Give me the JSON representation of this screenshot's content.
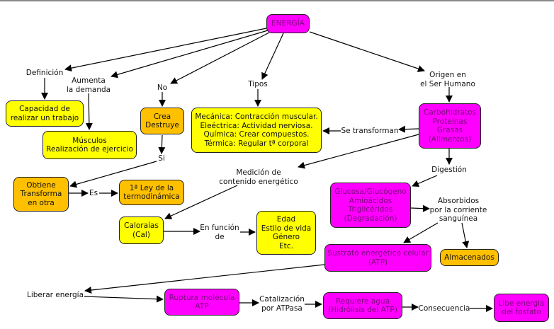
{
  "colors": {
    "concept_yellow": "#ffff00",
    "concept_orange": "#ffc000",
    "concept_magenta": "#ff00ff",
    "magenta_text": "#7a0a7a",
    "line": "#000000"
  },
  "concepts": {
    "energia": "ENERGÍA",
    "capacidad": "Capacidad de\nrealizar un trabajo",
    "musculos": "Músculos\nRealización de ejercicio",
    "crea_destruye": "Crea\nDestruye",
    "tipos": "Mecánica: Contracción muscular.\nEleéctrica: Actividad nerviosa.\nQuímica: Crear compuestos.\nTérmica: Regular tª corporal",
    "alimentos": "Carbohidratos\nProteínas\nGrasas\n(Alimentos)",
    "obtiene": "Obtiene\nTransforma\nen otra",
    "primera_ley": "1ª Ley de la\ntermodinámica",
    "glucosa": "Glucosa/Glucógeno\nAmioácidos\nTriglicéridos\n(Degradación)",
    "calorias": "Caloraías\n(Cal)",
    "edad": "Edad\nEstilo de vida\nGénero\nEtc.",
    "sustrato": "Sustrato energético celular\n(ATP)",
    "almacenados": "Almacenados",
    "ruptura": "Ruptura molécula\nATP",
    "requiere_agua": "Requiere agua\n(Hidrólisis del ATP)",
    "libe_energia": "Libe energia\ndel fosfato"
  },
  "links": {
    "definicion": "Definición",
    "aumenta": "Aumenta\nla demanda",
    "no": "No",
    "si": "Si",
    "tipos": "Tipos",
    "origen": "Origen en\nel Ser Humano",
    "se_transforman": "Se transforman",
    "digestion": "Digestión",
    "medicion": "Medición de\ncontenido energético",
    "es": "Es",
    "absorbidos": "Absorbidos\npor la corriente\nsanguínea",
    "en_funcion": "En función\nde",
    "liberar": "Liberar energía",
    "catalizacion": "Catalización\npor ATPasa",
    "consecuencia": "Consecuencia"
  }
}
